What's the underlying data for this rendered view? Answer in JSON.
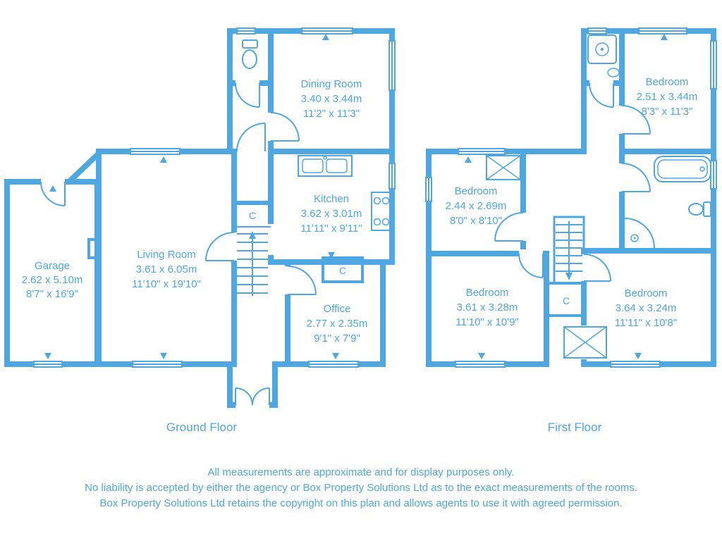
{
  "colors": {
    "accent": "#4ea7e0"
  },
  "ground_floor": {
    "label": "Ground Floor",
    "rooms": [
      {
        "name": "Garage",
        "metric": "2.62 x 5.10m",
        "imperial": "8'7\" x 16'9\""
      },
      {
        "name": "Living Room",
        "metric": "3.61 x 6.05m",
        "imperial": "11'10\" x 19'10\""
      },
      {
        "name": "Dining Room",
        "metric": "3.40 x 3.44m",
        "imperial": "11'2\" x 11'3\""
      },
      {
        "name": "Kitchen",
        "metric": "3.62 x 3.01m",
        "imperial": "11'11\" x 9'11\""
      },
      {
        "name": "Office",
        "metric": "2.77 x 2.35m",
        "imperial": "9'1\" x 7'9\""
      }
    ],
    "cupboards": [
      "C",
      "C"
    ]
  },
  "first_floor": {
    "label": "First Floor",
    "rooms": [
      {
        "name": "Bedroom",
        "metric": "2.51 x 3.44m",
        "imperial": "8'3\" x 11'3\""
      },
      {
        "name": "Bedroom",
        "metric": "2.44 x 2.69m",
        "imperial": "8'0\" x 8'10\""
      },
      {
        "name": "Bedroom",
        "metric": "3.61 x 3.28m",
        "imperial": "11'10\" x 10'9\""
      },
      {
        "name": "Bedroom",
        "metric": "3.64 x 3.24m",
        "imperial": "11'11\" x 10'8\""
      }
    ],
    "cupboards": [
      "C"
    ]
  },
  "disclaimer": {
    "lines": [
      "All measurements are approximate and for display purposes only.",
      "No liability is accepted by either the agency or Box Property Solutions Ltd as to the exact measurements of the rooms.",
      "Box Property Solutions Ltd retains the copyright on this plan and allows agents to use it with agreed permission."
    ]
  }
}
